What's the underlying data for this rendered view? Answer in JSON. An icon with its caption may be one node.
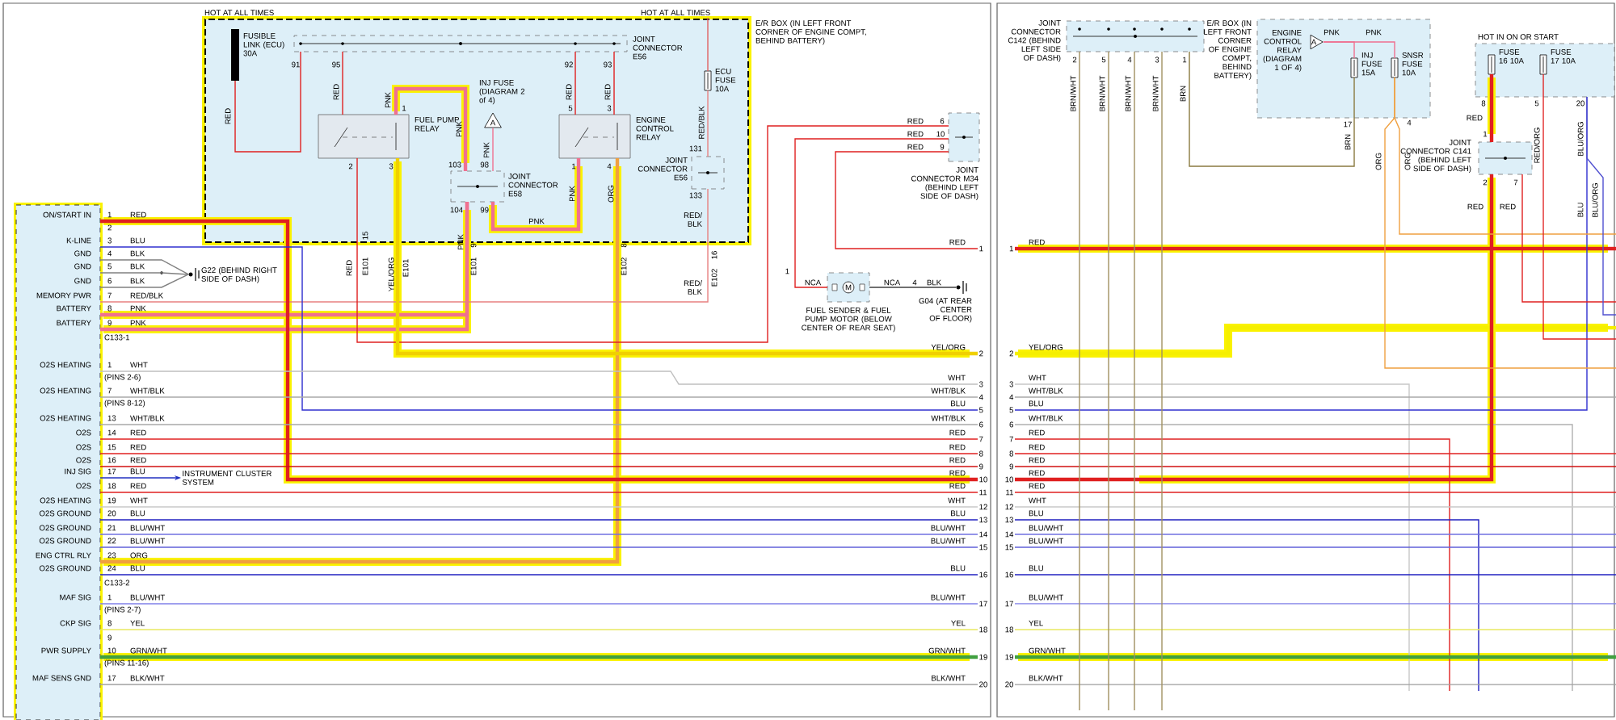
{
  "diagram": {
    "nodes": [
      {
        "text": [
          "ON/START IN",
          "K-LINE",
          "GND",
          "GND",
          "GND",
          "MEMORY PWR",
          "BATTERY",
          "BATTERY",
          "O2S HEATING",
          "O2S HEATING",
          "O2S HEATING",
          "O2S",
          "O2S",
          "O2S",
          "INJ SIG",
          "O2S",
          "O2S HEATING",
          "O2S GROUND",
          "O2S GROUND",
          "O2S GROUND",
          "ENG CTRL RLY",
          "O2S GROUND",
          "MAF SIG",
          "CKP SIG",
          "PWR SUPPLY",
          "MAF SENS GND"
        ]
      },
      {
        "text": [
          "E/R BOX (IN LEFT FRONT CORNER OF ENGINE COMPT, BEHIND BATTERY)"
        ],
        "beside": [
          "HOT AT ALL TIMES",
          "HOT AT ALL TIMES"
        ]
      },
      {
        "text": [
          "FUSIBLE LINK (ECU) 30A"
        ],
        "in": 1
      },
      {
        "text": [
          "JOINT CONNECTOR E56"
        ],
        "in": 1
      },
      {
        "text": [
          "FUEL PUMP RELAY"
        ],
        "in": 1
      },
      {
        "text": [
          "ENGINE CONTROL RELAY"
        ],
        "in": 1
      },
      {
        "text": [
          "INJ FUSE (DIAGRAM 2 of 4)",
          "A"
        ],
        "in": 1
      },
      {
        "text": [
          "JOINT CONNECTOR E58"
        ],
        "in": 1
      },
      {
        "text": [
          "ECU FUSE 10A"
        ],
        "in": 1
      },
      {
        "text": [
          "JOINT CONNECTOR E56"
        ],
        "in": 1
      },
      {
        "text": [
          "JOINT CONNECTOR M34 (BEHIND LEFT SIDE OF DASH)"
        ]
      },
      {
        "text": [
          "M",
          "FUEL SENDER & FUEL PUMP MOTOR (BELOW CENTER OF REAR SEAT)"
        ]
      },
      {
        "text": [
          "G04 (AT REAR CENTER OF FLOOR)"
        ]
      },
      {
        "text": [
          "G22 (BEHIND RIGHT SIDE OF DASH)"
        ]
      },
      {
        "text": [
          "INSTRUMENT CLUSTER SYSTEM"
        ]
      },
      {
        "text": [
          "JOINT CONNECTOR C142 (BEHIND LEFT SIDE OF DASH)"
        ]
      },
      {
        "text": [
          "E/R BOX (IN LEFT FRONT CORNER OF ENGINE COMPT, BEHIND BATTERY)"
        ]
      },
      {
        "text": [
          "ENGINE CONTROL RELAY (DIAGRAM 1 OF 4)",
          "A"
        ],
        "in": 16
      },
      {
        "text": [
          "INJ FUSE 15A"
        ],
        "in": 16
      },
      {
        "text": [
          "SNSR FUSE 10A"
        ],
        "in": 16
      },
      {
        "text": [],
        "shape": "box",
        "beside": [
          "HOT IN ON OR START"
        ]
      },
      {
        "text": [
          "FUSE 16 10A"
        ],
        "in": 20
      },
      {
        "text": [
          "FUSE 17 10A"
        ],
        "in": 20
      },
      {
        "text": [
          "JOINT CONNECTOR C141 (BEHIND LEFT SIDE OF DASH)"
        ]
      },
      {
        "text": [
          "1"
        ]
      },
      {
        "text": [
          "2"
        ]
      },
      {
        "text": [
          "3"
        ]
      },
      {
        "text": [
          "4"
        ]
      },
      {
        "text": [
          "5"
        ]
      },
      {
        "text": [
          "6"
        ]
      },
      {
        "text": [
          "7"
        ]
      },
      {
        "text": [
          "8"
        ]
      },
      {
        "text": [
          "9"
        ]
      },
      {
        "text": [
          "10"
        ]
      },
      {
        "text": [
          "11"
        ]
      },
      {
        "text": [
          "12"
        ]
      },
      {
        "text": [
          "13"
        ]
      },
      {
        "text": [
          "14"
        ]
      },
      {
        "text": [
          "15"
        ]
      },
      {
        "text": [
          "16"
        ]
      },
      {
        "text": [
          "17"
        ]
      },
      {
        "text": [
          "18"
        ]
      },
      {
        "text": [
          "19"
        ]
      },
      {
        "text": [
          "20"
        ]
      },
      {
        "text": [
          "1"
        ]
      },
      {
        "text": [
          "2"
        ]
      },
      {
        "text": [
          "3"
        ]
      },
      {
        "text": [
          "4"
        ]
      },
      {
        "text": [
          "5"
        ]
      },
      {
        "text": [
          "6"
        ]
      },
      {
        "text": [
          "7"
        ]
      },
      {
        "text": [
          "8"
        ]
      },
      {
        "text": [
          "9"
        ]
      },
      {
        "text": [
          "10"
        ]
      },
      {
        "text": [
          "11"
        ]
      },
      {
        "text": [
          "12"
        ]
      },
      {
        "text": [
          "13"
        ]
      },
      {
        "text": [
          "14"
        ]
      },
      {
        "text": [
          "15"
        ]
      },
      {
        "text": [
          "16"
        ]
      },
      {
        "text": [
          "17"
        ]
      },
      {
        "text": [
          "18"
        ]
      },
      {
        "text": [
          "19"
        ]
      },
      {
        "text": [
          "20"
        ]
      }
    ],
    "edges": [
      {
        "from": 2,
        "to": 3,
        "arrow": "none",
        "label": "RED"
      },
      {
        "from": 3,
        "to": 4,
        "arrow": "none",
        "label": "RED"
      },
      {
        "from": 3,
        "to": 5,
        "arrow": "none",
        "label": "RED"
      },
      {
        "from": 3,
        "to": 5,
        "arrow": "none",
        "label": "RED"
      },
      {
        "from": 4,
        "to": 7,
        "arrow": "none",
        "label": "PNK",
        "style": "thick",
        "color": "#f07090"
      },
      {
        "from": 6,
        "to": 7,
        "arrow": "none",
        "label": "PNK",
        "color": "#f07090"
      },
      {
        "from": 7,
        "to": 5,
        "arrow": "none",
        "label": "PNK",
        "style": "thick",
        "color": "#f07090"
      },
      {
        "from": 8,
        "to": 9,
        "arrow": "none",
        "label": "RED/BLK",
        "color": "#e88080"
      },
      {
        "from": 0,
        "to": 13,
        "arrow": "none",
        "label": "BLK",
        "color": "#808080"
      },
      {
        "from": 0,
        "to": 13,
        "arrow": "none",
        "label": "BLK",
        "color": "#808080"
      },
      {
        "from": 0,
        "to": 13,
        "arrow": "none",
        "label": "BLK",
        "color": "#808080"
      },
      {
        "from": 0,
        "to": 14,
        "arrow": "to",
        "label": "BLU",
        "color": "#2030c0"
      },
      {
        "from": 10,
        "to": 11,
        "arrow": "none",
        "label": "RED"
      },
      {
        "from": 11,
        "to": 12,
        "arrow": "none",
        "label": "BLK",
        "color": "#404040"
      },
      {
        "from": 0,
        "to": 7,
        "arrow": "none",
        "label": "PNK",
        "style": "thick",
        "color": "#f07090"
      },
      {
        "from": 0,
        "to": 7,
        "arrow": "none",
        "label": "PNK",
        "style": "thick",
        "color": "#f07090"
      },
      {
        "from": 0,
        "to": 9,
        "arrow": "none",
        "label": "RED/BLK",
        "color": "#e88080"
      },
      {
        "from": 0,
        "to": 5,
        "arrow": "none",
        "label": "ORG",
        "style": "thick",
        "color": "#f0a040"
      },
      {
        "from": 17,
        "to": 18,
        "arrow": "none",
        "label": "PNK",
        "color": "#f07090"
      },
      {
        "from": 17,
        "to": 19,
        "arrow": "none",
        "label": "PNK",
        "color": "#f07090"
      },
      {
        "from": 18,
        "to": 15,
        "arrow": "none",
        "label": "BRN",
        "color": "#8a7a40"
      },
      {
        "from": 21,
        "to": 23,
        "arrow": "none",
        "label": "RED",
        "style": "thick"
      },
      {
        "from": 4,
        "to": 10,
        "arrow": "none",
        "label": "RED"
      },
      {
        "from": 0,
        "to": 33,
        "arrow": "none",
        "style": "thick"
      },
      {
        "from": 0,
        "to": 28,
        "arrow": "none",
        "color": "#3030d0"
      },
      {
        "from": 0,
        "to": 26,
        "arrow": "none",
        "color": "#c0c0c0"
      },
      {
        "from": 0,
        "to": 27,
        "arrow": "none",
        "color": "#a8a8a8"
      },
      {
        "from": 0,
        "to": 29,
        "arrow": "none",
        "color": "#a8a8a8"
      },
      {
        "from": 0,
        "to": 30,
        "arrow": "none"
      },
      {
        "from": 0,
        "to": 31,
        "arrow": "none"
      },
      {
        "from": 0,
        "to": 32,
        "arrow": "none",
        "color": "#d01010"
      },
      {
        "from": 0,
        "to": 34,
        "arrow": "none"
      },
      {
        "from": 0,
        "to": 35,
        "arrow": "none",
        "color": "#c8c8c8"
      },
      {
        "from": 0,
        "to": 36,
        "arrow": "none",
        "color": "#2020c0"
      },
      {
        "from": 0,
        "to": 37,
        "arrow": "none",
        "color": "#7070e0"
      },
      {
        "from": 0,
        "to": 38,
        "arrow": "none",
        "color": "#6060d8"
      },
      {
        "from": 0,
        "to": 39,
        "arrow": "none",
        "color": "#2020c0"
      },
      {
        "from": 0,
        "to": 40,
        "arrow": "none",
        "color": "#8080e8"
      },
      {
        "from": 0,
        "to": 41,
        "arrow": "none",
        "color": "#e8e860"
      },
      {
        "from": 0,
        "to": 42,
        "arrow": "none",
        "style": "thick",
        "color": "#40a040"
      },
      {
        "from": 0,
        "to": 43,
        "arrow": "none",
        "color": "#a0a0a0"
      },
      {
        "from": 4,
        "to": 25,
        "arrow": "none",
        "style": "thick",
        "color": "#f0d000"
      },
      {
        "from": 10,
        "to": 24,
        "arrow": "none"
      },
      {
        "from": 44,
        "to": null,
        "arrow": "none",
        "style": "thick"
      },
      {
        "from": 45,
        "to": null,
        "arrow": "none",
        "style": "thick",
        "color": "#f5ef00"
      },
      {
        "from": 46,
        "to": null,
        "arrow": "none",
        "color": "#c8c8c8"
      },
      {
        "from": 47,
        "to": null,
        "arrow": "none",
        "color": "#a8a8a8"
      },
      {
        "from": 48,
        "to": 20,
        "arrow": "none",
        "color": "#3030d0"
      },
      {
        "from": 49,
        "to": null,
        "arrow": "none",
        "color": "#b0b0b0"
      },
      {
        "from": 50,
        "to": null,
        "arrow": "none"
      },
      {
        "from": 51,
        "to": null,
        "arrow": "none"
      },
      {
        "from": 52,
        "to": null,
        "arrow": "none",
        "color": "#d01010"
      },
      {
        "from": 23,
        "to": 53,
        "arrow": "none",
        "style": "thick"
      },
      {
        "from": 54,
        "to": null,
        "arrow": "none"
      },
      {
        "from": 55,
        "to": null,
        "arrow": "none",
        "color": "#c8c8c8"
      },
      {
        "from": 56,
        "to": null,
        "arrow": "none",
        "color": "#2020c0"
      },
      {
        "from": 57,
        "to": null,
        "arrow": "none",
        "color": "#7070e0"
      },
      {
        "from": 58,
        "to": null,
        "arrow": "none",
        "color": "#6060d8"
      },
      {
        "from": 59,
        "to": null,
        "arrow": "none",
        "color": "#2020c0"
      },
      {
        "from": 60,
        "to": null,
        "arrow": "none",
        "color": "#8080e8"
      },
      {
        "from": 61,
        "to": null,
        "arrow": "none",
        "color": "#e8e860"
      },
      {
        "from": 62,
        "to": null,
        "arrow": "none",
        "style": "thick",
        "color": "#40a040"
      },
      {
        "from": 63,
        "to": null,
        "arrow": "none",
        "color": "#a0a0a0"
      },
      {
        "from": 15,
        "to": null,
        "arrow": "none",
        "color": "#a09060"
      },
      {
        "from": 15,
        "to": null,
        "arrow": "none",
        "color": "#a09060"
      },
      {
        "from": 15,
        "to": null,
        "arrow": "none",
        "color": "#a09060"
      },
      {
        "from": 15,
        "to": null,
        "arrow": "none",
        "color": "#a09060"
      },
      {
        "from": 19,
        "to": null,
        "arrow": "none",
        "color": "#f0a040"
      },
      {
        "from": 19,
        "to": null,
        "arrow": "none",
        "color": "#f0a040"
      },
      {
        "from": 22,
        "to": null,
        "arrow": "none"
      },
      {
        "from": 23,
        "to": null,
        "arrow": "none"
      },
      {
        "from": 20,
        "to": null,
        "arrow": "none",
        "color": "#5050d0"
      }
    ],
    "labels": [
      "1",
      "RED",
      "2",
      "3",
      "BLU",
      "4",
      "5",
      "6",
      "7",
      "8",
      "9",
      "C133-1",
      "1",
      "WHT",
      "(PINS 2-6)",
      "7",
      "WHT/BLK",
      "(PINS 8-12)",
      "13",
      "WHT/BLK",
      "14",
      "RED",
      "15",
      "RED",
      "16",
      "RED",
      "17",
      "18",
      "RED",
      "19",
      "WHT",
      "20",
      "BLU",
      "21",
      "BLU/WHT",
      "22",
      "BLU/WHT",
      "23",
      "24",
      "BLU",
      "C133-2",
      "1",
      "BLU/WHT",
      "(PINS 2-7)",
      "8",
      "YEL",
      "9",
      "10",
      "GRN/WHT",
      "(PINS 11-16)",
      "17",
      "BLK/WHT",
      "RED",
      "YEL/ORG",
      "WHT",
      "WHT/BLK",
      "BLU",
      "WHT/BLK",
      "RED",
      "RED",
      "RED",
      "RED",
      "RED",
      "WHT",
      "BLU",
      "BLU/WHT",
      "BLU/WHT",
      "BLU",
      "BLU/WHT",
      "YEL",
      "GRN/WHT",
      "BLK/WHT",
      "RED",
      "YEL/ORG",
      "WHT",
      "WHT/BLK",
      "BLU",
      "WHT/BLK",
      "RED",
      "RED",
      "RED",
      "RED",
      "RED",
      "WHT",
      "BLU",
      "BLU/WHT",
      "BLU/WHT",
      "BLU",
      "BLU/WHT",
      "YEL",
      "GRN/WHT",
      "BLK/WHT",
      "91",
      "95",
      "92",
      "93",
      "1",
      "2",
      "3",
      "5",
      "3",
      "1",
      "4",
      "103",
      "98",
      "104",
      "99",
      "131",
      "133",
      "RED/ BLK",
      "16",
      "E102",
      "RED",
      "15",
      "E101",
      "YEL/ORG",
      "E101",
      "9",
      "E101",
      "8",
      "E102",
      "6",
      "10",
      "RED",
      "9",
      "1",
      "NCA",
      "NCA",
      "4",
      "2",
      "5",
      "4",
      "3",
      "1",
      "BRN/WHT",
      "BRN/WHT",
      "BRN/WHT",
      "BRN/WHT",
      "BRN",
      "17",
      "4",
      "ORG",
      "ORG",
      "8",
      "5",
      "20",
      "RED/ORG",
      "BLU/ORG",
      "1",
      "2",
      "7",
      "RED",
      "RED",
      "BLU",
      "BLU/ORG",
      "RED/ BLK",
      "ORG",
      "PNK",
      "PNK",
      "PNK"
    ]
  }
}
